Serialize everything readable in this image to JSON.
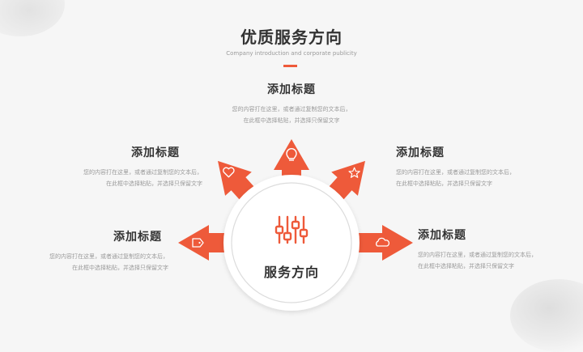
{
  "header": {
    "title": "优质服务方向",
    "subtitle": "Company introduction and corporate publicity"
  },
  "hub": {
    "label": "服务方向",
    "icon": "sliders-icon"
  },
  "accent_color": "#ee5a3a",
  "blocks": {
    "top": {
      "title": "添加标题",
      "line1": "您的内容打在这里，或者通过复制您的文本后，",
      "line2": "在此框中选择粘贴，并选择只保留文字",
      "icon": "lightbulb-icon"
    },
    "upper_left": {
      "title": "添加标题",
      "line1": "您的内容打在这里，或者通过复制您的文本后，",
      "line2": "在此框中选择粘贴，并选择只保留文字",
      "icon": "heart-icon"
    },
    "upper_right": {
      "title": "添加标题",
      "line1": "您的内容打在这里，或者通过复制您的文本后，",
      "line2": "在此框中选择粘贴，并选择只保留文字",
      "icon": "star-icon"
    },
    "lower_left": {
      "title": "添加标题",
      "line1": "您的内容打在这里，或者通过复制您的文本后，",
      "line2": "在此框中选择粘贴，并选择只保留文字",
      "icon": "tag-icon"
    },
    "lower_right": {
      "title": "添加标题",
      "line1": "您的内容打在这里，或者通过复制您的文本后，",
      "line2": "在此框中选择粘贴，并选择只保留文字",
      "icon": "cloud-icon"
    }
  }
}
